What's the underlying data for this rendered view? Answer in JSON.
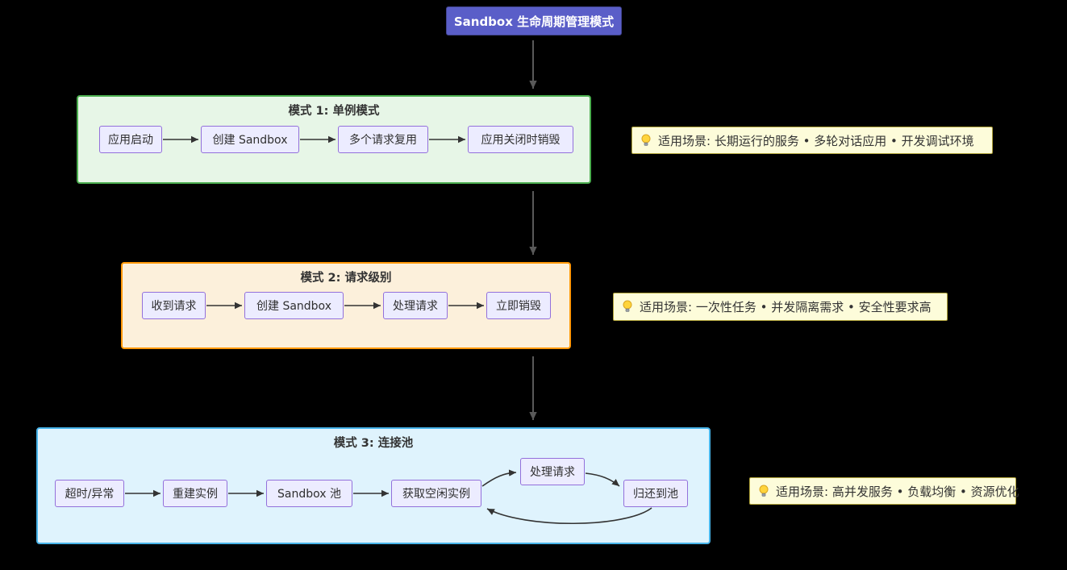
{
  "diagram_title": "Sandbox 生命周期管理模式",
  "colors": {
    "background": "#000000",
    "title_fill": "#5a5ec8",
    "title_text": "#ffffff",
    "node_fill": "#ececff",
    "node_border": "#9370db",
    "note_fill": "#fdfcda",
    "note_border": "#b3a63c",
    "arrow_inner": "#333333",
    "arrow_connector": "#595959",
    "section1_fill": "#e7f6e7",
    "section1_border": "#4caf50",
    "section2_fill": "#fcf0db",
    "section2_border": "#ff9800",
    "section3_fill": "#dff3fd",
    "section3_border": "#47b4ea"
  },
  "sections": [
    {
      "title": "模式 1: 单例模式",
      "nodes": [
        "应用启动",
        "创建 Sandbox",
        "多个请求复用",
        "应用关闭时销毁"
      ],
      "note": "适用场景: 长期运行的服务 • 多轮对话应用 • 开发调试环境"
    },
    {
      "title": "模式 2: 请求级别",
      "nodes": [
        "收到请求",
        "创建 Sandbox",
        "处理请求",
        "立即销毁"
      ],
      "note": "适用场景: 一次性任务 • 并发隔离需求 • 安全性要求高"
    },
    {
      "title": "模式 3: 连接池",
      "nodes": [
        "超时/异常",
        "重建实例",
        "Sandbox 池",
        "获取空闲实例",
        "处理请求",
        "归还到池"
      ],
      "note": "适用场景: 高并发服务 • 负载均衡 • 资源优化"
    }
  ]
}
